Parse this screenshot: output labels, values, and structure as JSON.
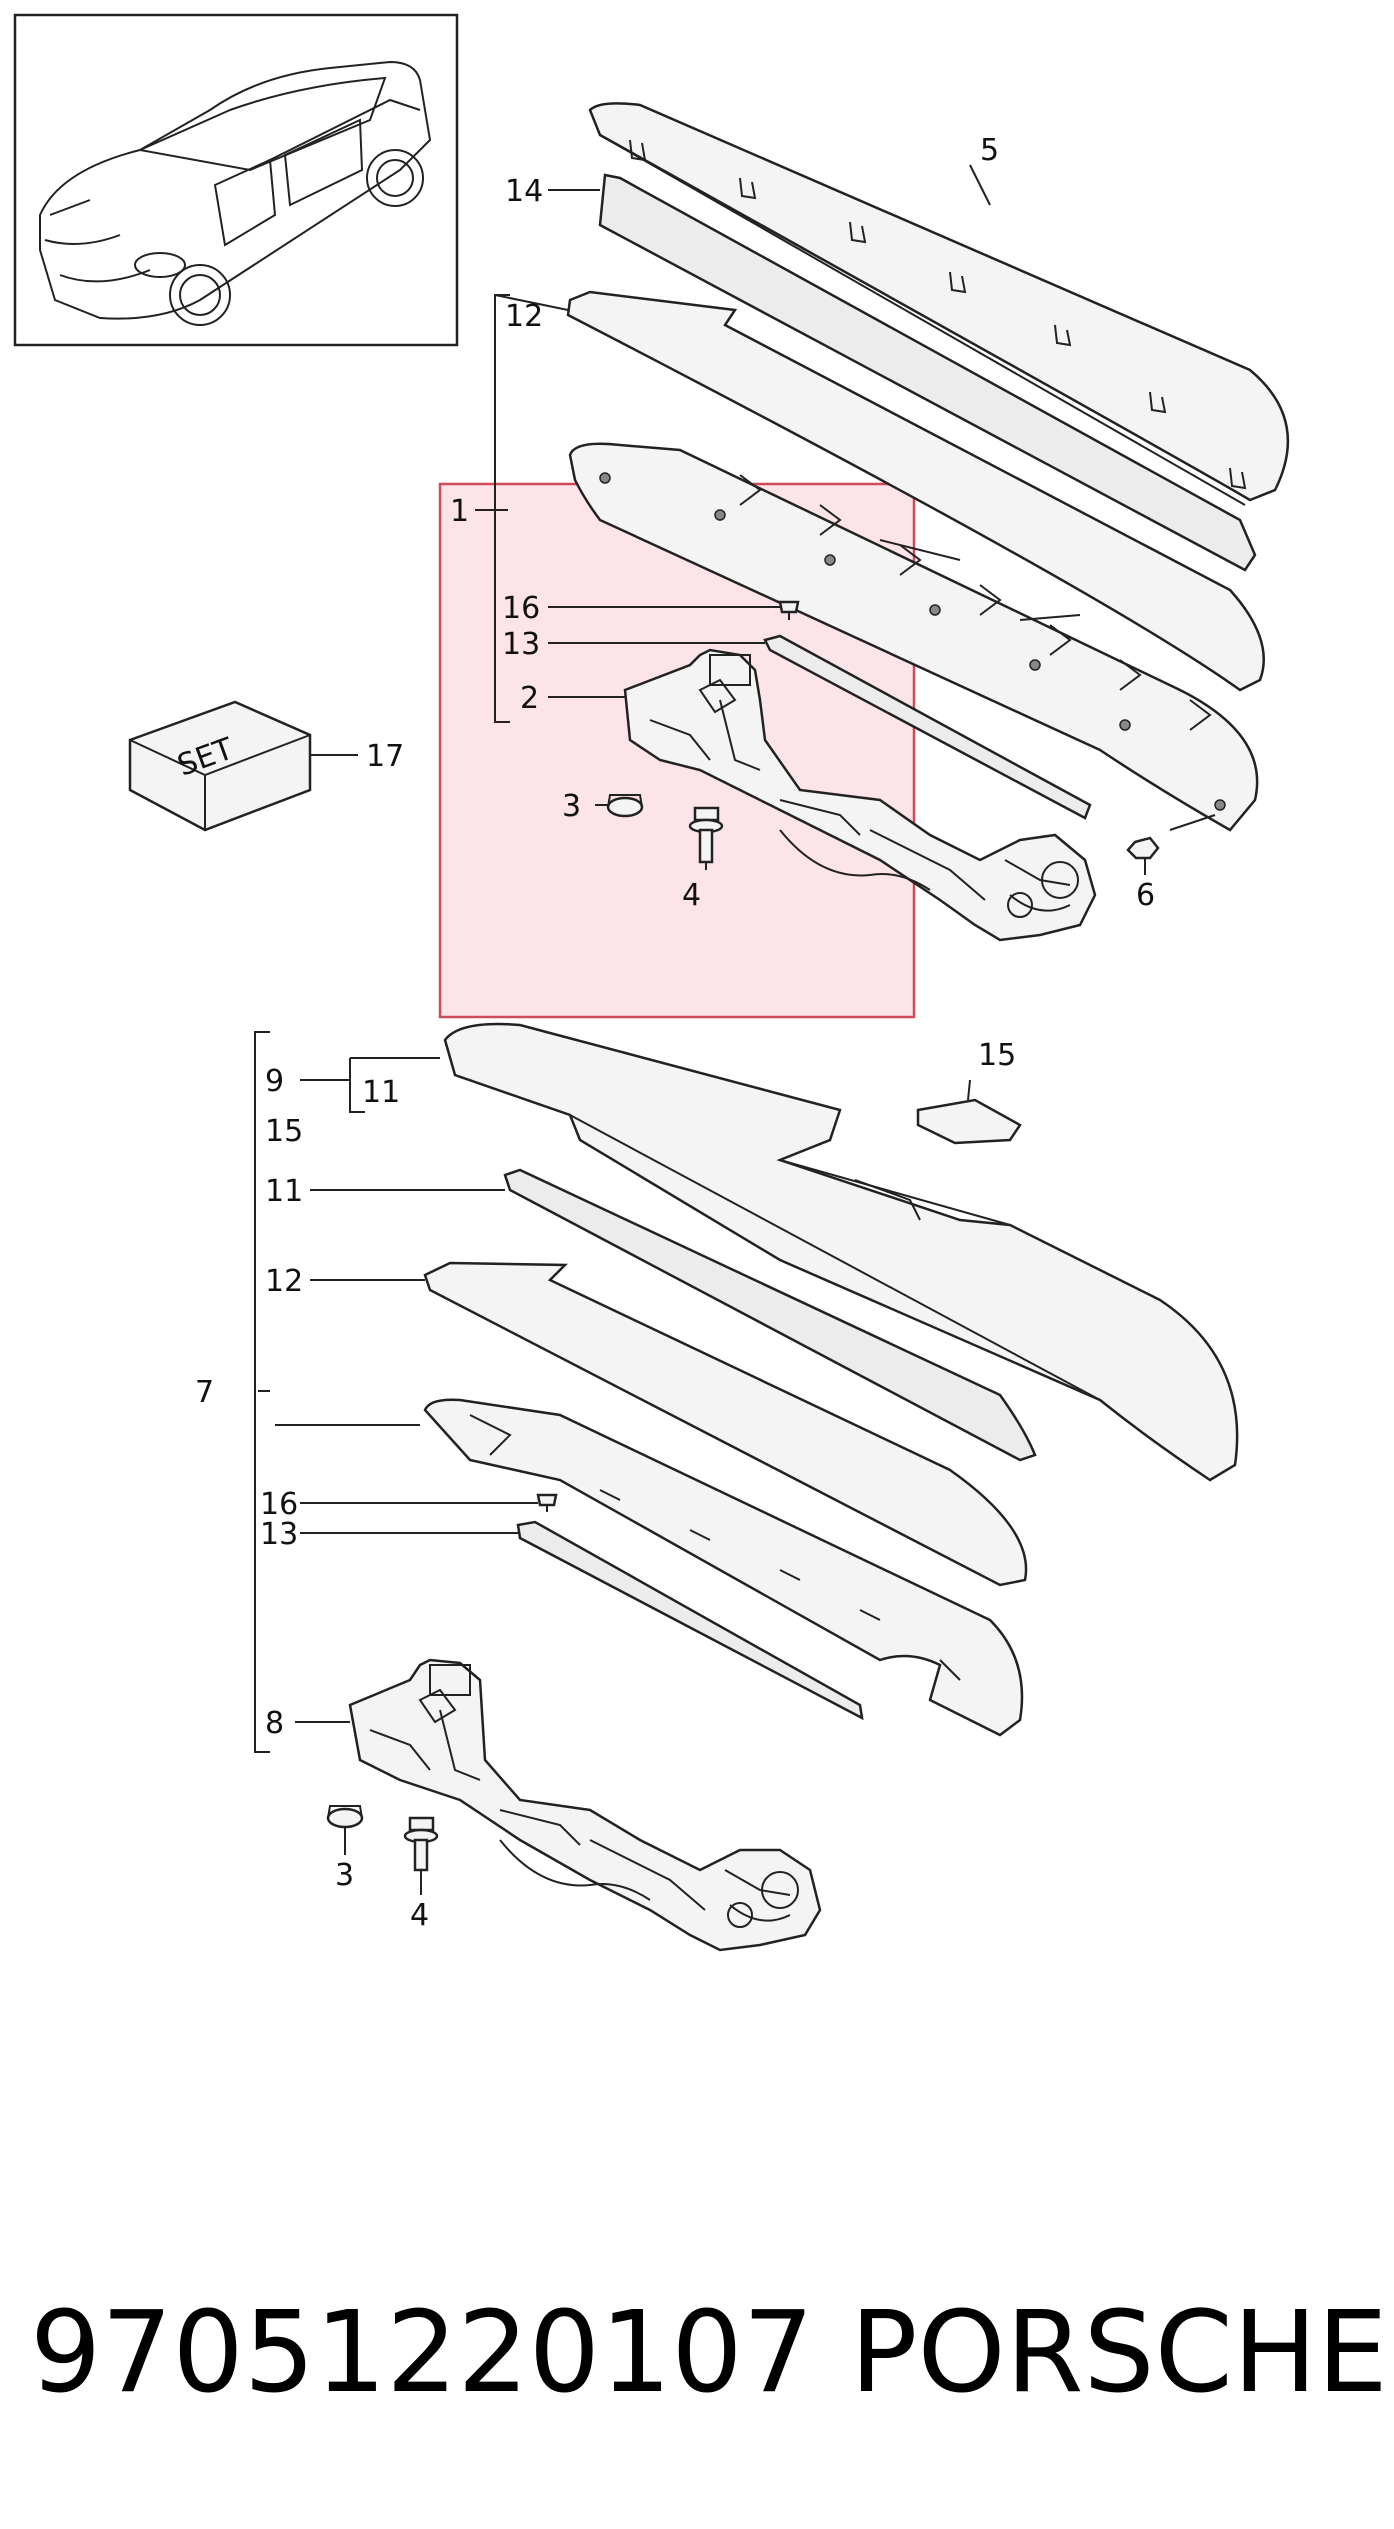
{
  "diagram": {
    "callouts": {
      "c5": "5",
      "c14": "14",
      "c12a": "12",
      "c1": "1",
      "c16a": "16",
      "c13a": "13",
      "c2": "2",
      "c3a": "3",
      "c4a": "4",
      "c6": "6",
      "c17": "17",
      "c15a": "15",
      "c9": "9",
      "c11a": "11",
      "c15b": "15",
      "c11b": "11",
      "c12b": "12",
      "c7": "7",
      "c16b": "16",
      "c13b": "13",
      "c8": "8",
      "c3b": "3",
      "c4b": "4"
    },
    "set_box_text": "SET",
    "highlight_color": "#fde4e8",
    "highlight_border": "#d04a5a"
  },
  "footer": {
    "part_number": "97051220107",
    "brand": "PORSCHE"
  }
}
